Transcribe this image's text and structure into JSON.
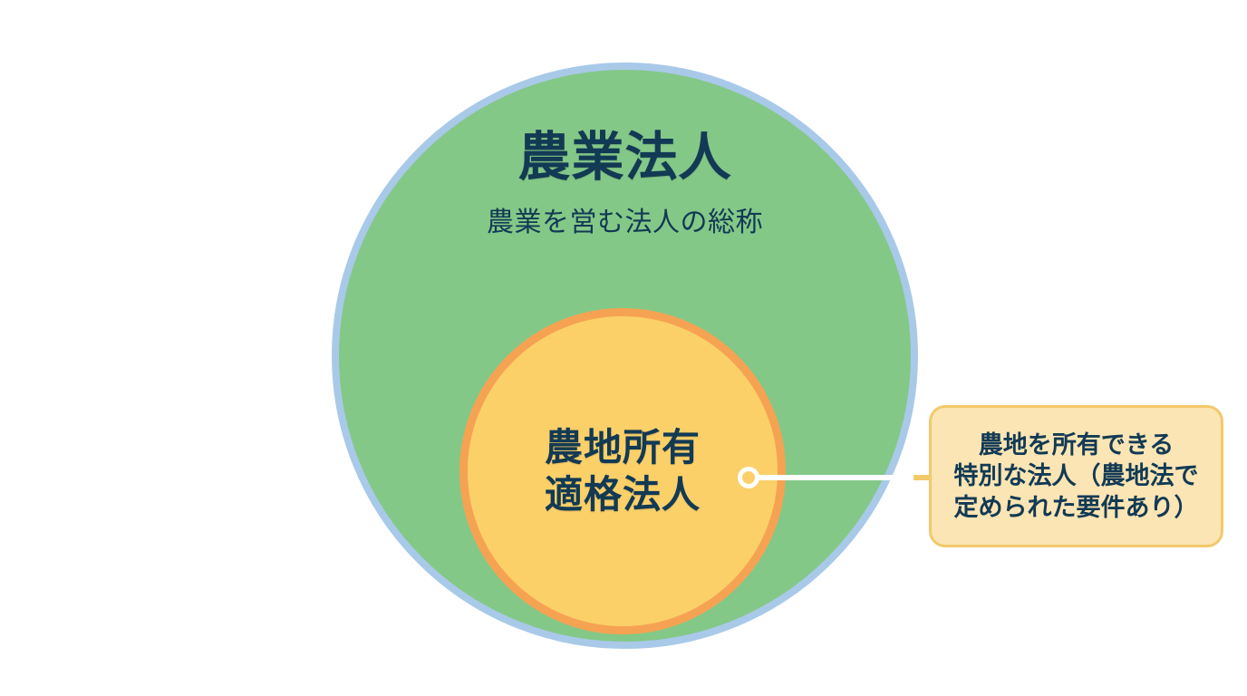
{
  "diagram": {
    "kind": "nested-venn-circles",
    "background_color": "#FFFFFF",
    "outer": {
      "title": "農業法人",
      "subtitle": "農業を営む法人の総称",
      "fill_color": "#84C888",
      "border_color": "#A9C9E9",
      "text_color": "#123A54"
    },
    "inner": {
      "title_line_1": "農地所有",
      "title_line_2": "適格法人",
      "fill_color": "#FBD069",
      "border_color": "#F5A352",
      "text_color": "#123A54"
    },
    "callout": {
      "line_1": "農地を所有できる",
      "line_2": "特別な法人（農地法で",
      "line_3": "定められた要件あり）",
      "fill_color": "#FCE5B4",
      "border_color": "#F2C96A",
      "text_color": "#123A54"
    },
    "connector": {
      "line_color_inner": "#FFFFFF",
      "line_color_outer": "#F2C96A",
      "dot_color": "#FFFFFF"
    }
  }
}
